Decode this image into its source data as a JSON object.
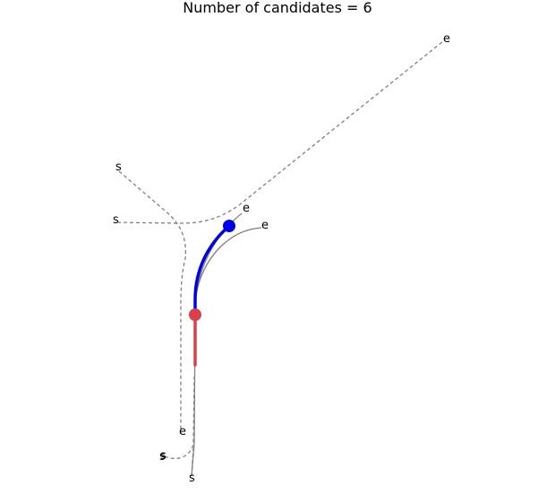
{
  "title": "Number of candidates = 6",
  "colors": {
    "history": "#d9404b",
    "prediction": "#0000e6",
    "candidate": "#808080"
  },
  "candidates": [
    {
      "id": "c1",
      "style": "dashed",
      "start_label": "s",
      "end_label": "e"
    },
    {
      "id": "c2",
      "style": "dashed",
      "start_label": "s",
      "end_label": "e"
    },
    {
      "id": "c3",
      "style": "dashed",
      "start_label": "s",
      "end_label": ""
    },
    {
      "id": "c4",
      "style": "solid",
      "start_label": "s",
      "end_label": "e"
    },
    {
      "id": "c5",
      "style": "solid",
      "start_label": "",
      "end_label": "e"
    },
    {
      "id": "c6",
      "style": "dashed",
      "start_label": "s",
      "end_label": ""
    }
  ]
}
